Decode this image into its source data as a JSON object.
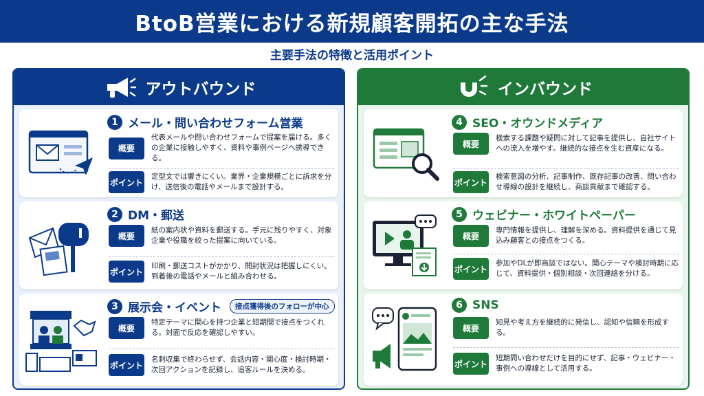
{
  "header": {
    "title": "BtoB営業における新規顧客開拓の主な手法",
    "subtitle": "主要手法の特徴と活用ポイント"
  },
  "colors": {
    "outbound": "#0b3a8a",
    "inbound": "#1f7a3a"
  },
  "labels": {
    "summary": "概要",
    "point": "ポイント"
  },
  "outbound": {
    "title": "アウトバウンド",
    "icon": "megaphone-icon",
    "cards": [
      {
        "number": "1",
        "title": "メール・問い合わせフォーム営業",
        "icon": "email-form-icon",
        "summary": "代表メールや問い合わせフォームで提案を届ける。多くの企業に接触しやすく、資料や事例ページへ誘導できる。",
        "point": "定型文では響きにくい。業界・企業規模ごとに訴求を分け、送信後の電話やメールまで設計する。"
      },
      {
        "number": "2",
        "title": "DM・郵送",
        "icon": "mailbox-icon",
        "summary": "紙の案内状や資料を郵送する。手元に残りやすく、対象企業や役職を絞った提案に向いている。",
        "point": "印刷・郵送コストがかかり、開封状況は把握しにくい。到着後の電話やメールと組み合わせる。"
      },
      {
        "number": "3",
        "title": "展示会・イベント",
        "tag": "接点獲得後のフォローが中心",
        "icon": "exhibition-booth-icon",
        "summary": "特定テーマに関心を持つ企業と短期間で接点をつくれる。対面で反応を確認しやすい。",
        "point": "名刺収集で終わらせず、会話内容・関心度・検討時期・次回アクションを記録し、追客ルールを決める。"
      }
    ]
  },
  "inbound": {
    "title": "インバウンド",
    "icon": "magnet-icon",
    "cards": [
      {
        "number": "4",
        "title": "SEO・オウンドメディア",
        "icon": "web-search-icon",
        "summary": "検索する課題や疑問に対して記事を提供し、自社サイトへの流入を増やす。継続的な接点を生む資産になる。",
        "point": "検索意図の分析、記事制作、既存記事の改善、問い合わせ導線の設計を継続し、商談貢献まで確認する。"
      },
      {
        "number": "5",
        "title": "ウェビナー・ホワイトペーパー",
        "icon": "webinar-icon",
        "summary": "専門情報を提供し、理解を深める。資料提供を通じて見込み顧客との接点をつくる。",
        "point": "参加やDLが即商談ではない。関心テーマや検討時期に応じて、資料提供・個別相談・次回連絡を分ける。"
      },
      {
        "number": "6",
        "title": "SNS",
        "icon": "social-post-icon",
        "summary": "知見や考え方を継続的に発信し、認知や信頼を形成する。",
        "point": "短期問い合わせだけを目的にせず、記事・ウェビナー・事例への導線として活用する。"
      }
    ]
  }
}
